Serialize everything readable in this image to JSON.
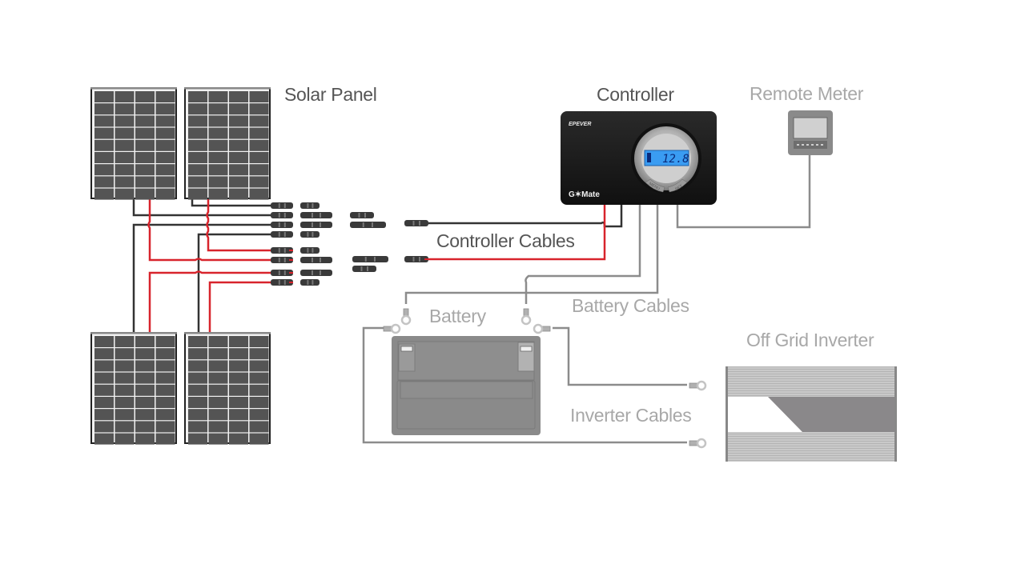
{
  "labels": {
    "solar_panel": "Solar Panel",
    "controller": "Controller",
    "remote_meter": "Remote Meter",
    "controller_cables": "Controller Cables",
    "battery": "Battery",
    "battery_cables": "Battery Cables",
    "inverter_cables": "Inverter Cables",
    "off_grid_inverter": "Off Grid Inverter"
  },
  "controller": {
    "brand": "EPEVER",
    "model": "G✶Mate",
    "lcd_value": "12.8",
    "buttons": [
      "MENU",
      "SET"
    ]
  },
  "colors": {
    "positive_wire": "#d8242c",
    "negative_wire": "#333333",
    "light_wire": "#8c8c8c",
    "panel_cell": "#545454",
    "controller_body": "#1c1c1c",
    "lcd": "#3a9cf2",
    "battery_body": "#8a8a8a",
    "inverter_dark": "#8a888a"
  },
  "solar_panels": [
    {
      "id": "top-left"
    },
    {
      "id": "top-right"
    },
    {
      "id": "bottom-left"
    },
    {
      "id": "bottom-right"
    }
  ]
}
